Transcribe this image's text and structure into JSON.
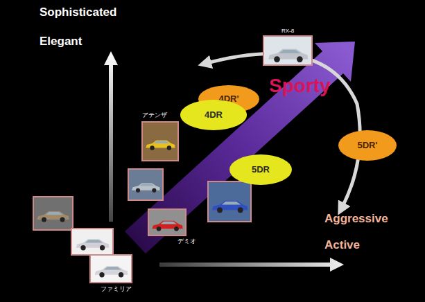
{
  "diagram": {
    "nodes": [
      {
        "text": [
          "4DR'"
        ]
      },
      {
        "text": [
          "4DR"
        ]
      },
      {
        "text": [
          "5DR'"
        ]
      },
      {
        "text": [
          "5DR"
        ]
      }
    ],
    "labels": [
      "Sophisticated",
      "RX-8",
      "Elegant",
      "Sporty",
      "アテンザ",
      "Aggressive",
      "デミオ",
      "Active",
      "ファミリア"
    ]
  }
}
